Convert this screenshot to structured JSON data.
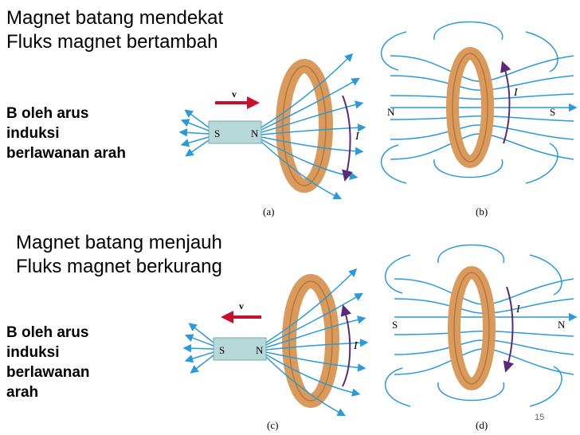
{
  "top": {
    "heading_line1": "Magnet batang mendekat",
    "heading_line2": "Fluks magnet bertambah",
    "note_lines": [
      "B oleh  arus",
      "induksi",
      "berlawanan arah"
    ]
  },
  "bottom": {
    "heading_line1": "Magnet batang menjauh",
    "heading_line2": "Fluks magnet berkurang",
    "note_lines": [
      "B oleh  arus",
      "induksi",
      "berlawanan",
      "arah"
    ]
  },
  "figures": {
    "a": {
      "caption": "(a)",
      "magnet_left": "S",
      "magnet_right": "N",
      "velocity": "v",
      "current": "I"
    },
    "b": {
      "caption": "(b)",
      "pole_left": "N",
      "pole_right": "S",
      "current": "I"
    },
    "c": {
      "caption": "(c)",
      "magnet_left": "S",
      "magnet_right": "N",
      "velocity": "v",
      "current": "I"
    },
    "d": {
      "caption": "(d)",
      "pole_left": "S",
      "pole_right": "N",
      "current": "I"
    }
  },
  "slide_number": "15",
  "colors": {
    "field_line": "#2a9ad8",
    "ring": "#d99a5c",
    "ring_dark": "#b8763a",
    "magnet": "#b6d8d6",
    "velocity_arrow": "#c8102e",
    "current_arrow": "#5a2a7a"
  }
}
